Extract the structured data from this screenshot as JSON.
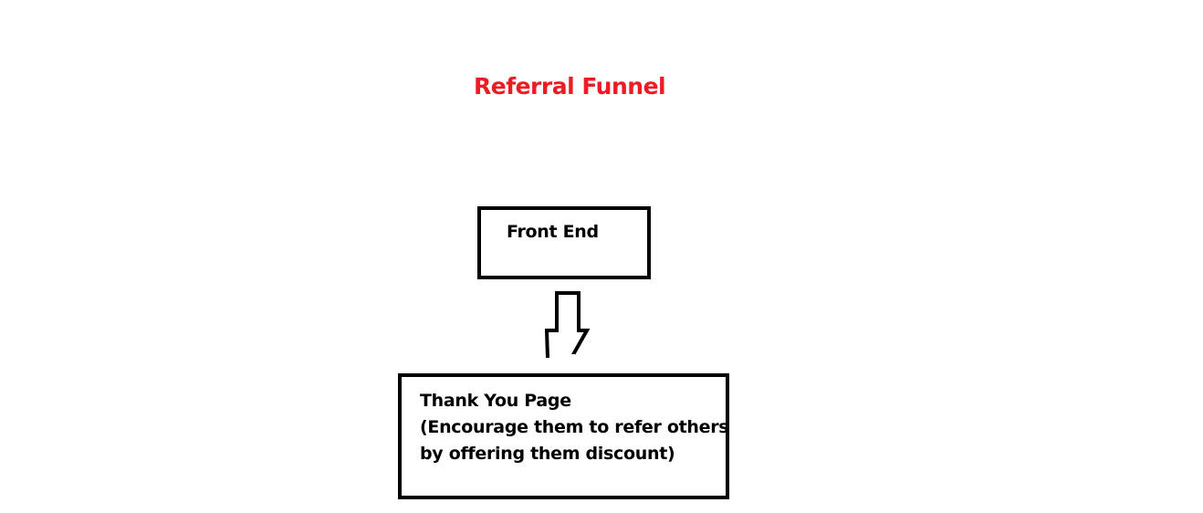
{
  "title": "Referral Funnel",
  "nodes": [
    {
      "label": "Front End"
    },
    {
      "lines": [
        "Thank You Page",
        "(Encourage them to refer others",
        "by offering them discount)"
      ]
    }
  ],
  "edges": [
    {
      "from": "Front End",
      "to": "Thank You Page"
    }
  ],
  "colors": {
    "title": "#ed1c24",
    "stroke": "#000000"
  }
}
